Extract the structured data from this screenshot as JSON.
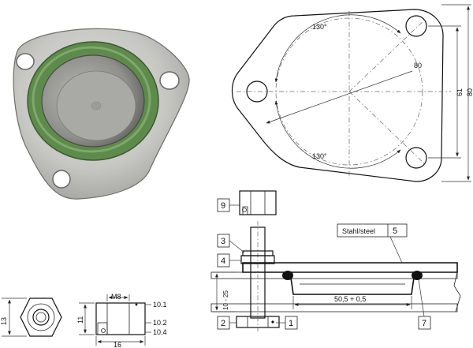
{
  "flange_drawing": {
    "dim_angle_top": "130°",
    "dim_angle_bottom": "130°",
    "dim_radius": "80",
    "dim_hole_spacing": "61",
    "dim_overall_height": "80"
  },
  "assembly": {
    "material_label": "Stahl/steel",
    "dim_thickness": "10 - 25",
    "dim_bore": "50,5 + 0,5",
    "callouts": {
      "c1": "1",
      "c2": "2",
      "c3": "3",
      "c4": "4",
      "c5": "5",
      "c7": "7",
      "c9": "9"
    }
  },
  "nut_detail": {
    "dim_thread": "M8",
    "dim_height_left": "13",
    "dim_height": "11",
    "dim_width": "16",
    "ref_10_1": "10.1",
    "ref_10_2": "10.2",
    "ref_10_4": "10.4"
  },
  "colors": {
    "seal_green": "#5f8a4d",
    "metal_light": "#d5d5d2",
    "metal_dark": "#8a8a86"
  }
}
